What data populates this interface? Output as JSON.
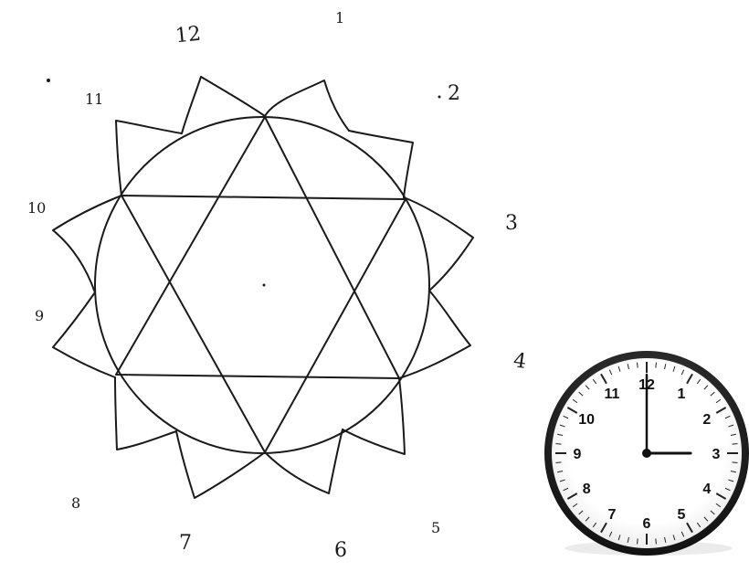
{
  "sketch": {
    "labels": [
      "12",
      "1",
      "2",
      "3",
      "4",
      "5",
      "6",
      "7",
      "8",
      "9",
      "10",
      "11"
    ],
    "ink_color": "#1a1a1a"
  },
  "clock": {
    "numbers": [
      "12",
      "1",
      "2",
      "3",
      "4",
      "5",
      "6",
      "7",
      "8",
      "9",
      "10",
      "11"
    ],
    "time": "3:00",
    "hour": 3,
    "minute": 0,
    "rim_color": "#1b1b1b",
    "face_color": "#ffffff"
  }
}
